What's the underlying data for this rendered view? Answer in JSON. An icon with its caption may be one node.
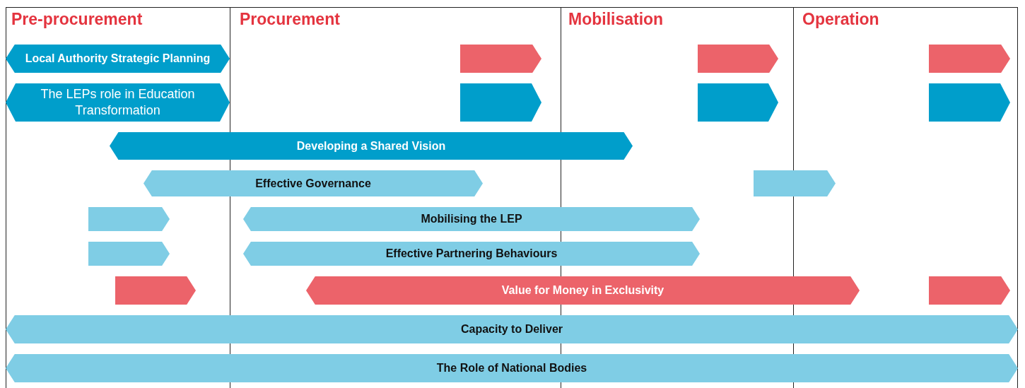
{
  "diagram": {
    "nodes": [
      {
        "text": [
          "Local Authority Strategic Planning"
        ]
      },
      {
        "text": [],
        "shape": "arrow"
      },
      {
        "text": [],
        "shape": "arrow"
      },
      {
        "text": [],
        "shape": "arrow"
      },
      {
        "text": [
          "The LEPs role in Education Transformation"
        ]
      },
      {
        "text": [],
        "shape": "arrow"
      },
      {
        "text": [],
        "shape": "arrow"
      },
      {
        "text": [],
        "shape": "arrow"
      },
      {
        "text": [
          "Developing a Shared Vision"
        ]
      },
      {
        "text": [
          "Effective Governance"
        ]
      },
      {
        "text": [],
        "shape": "arrow"
      },
      {
        "text": [],
        "shape": "arrow"
      },
      {
        "text": [
          "Mobilising the LEP"
        ]
      },
      {
        "text": [],
        "shape": "arrow"
      },
      {
        "text": [
          "Effective Partnering Behaviours"
        ]
      },
      {
        "text": [],
        "shape": "arrow"
      },
      {
        "text": [
          "Value for Money in Exclusivity"
        ]
      },
      {
        "text": [],
        "shape": "arrow"
      },
      {
        "text": [
          "Capacity to Deliver"
        ]
      },
      {
        "text": [
          "The Role of National Bodies"
        ]
      }
    ],
    "labels": [
      "Pre-procurement",
      "Procurement",
      "Mobilisation",
      "Operation"
    ]
  }
}
